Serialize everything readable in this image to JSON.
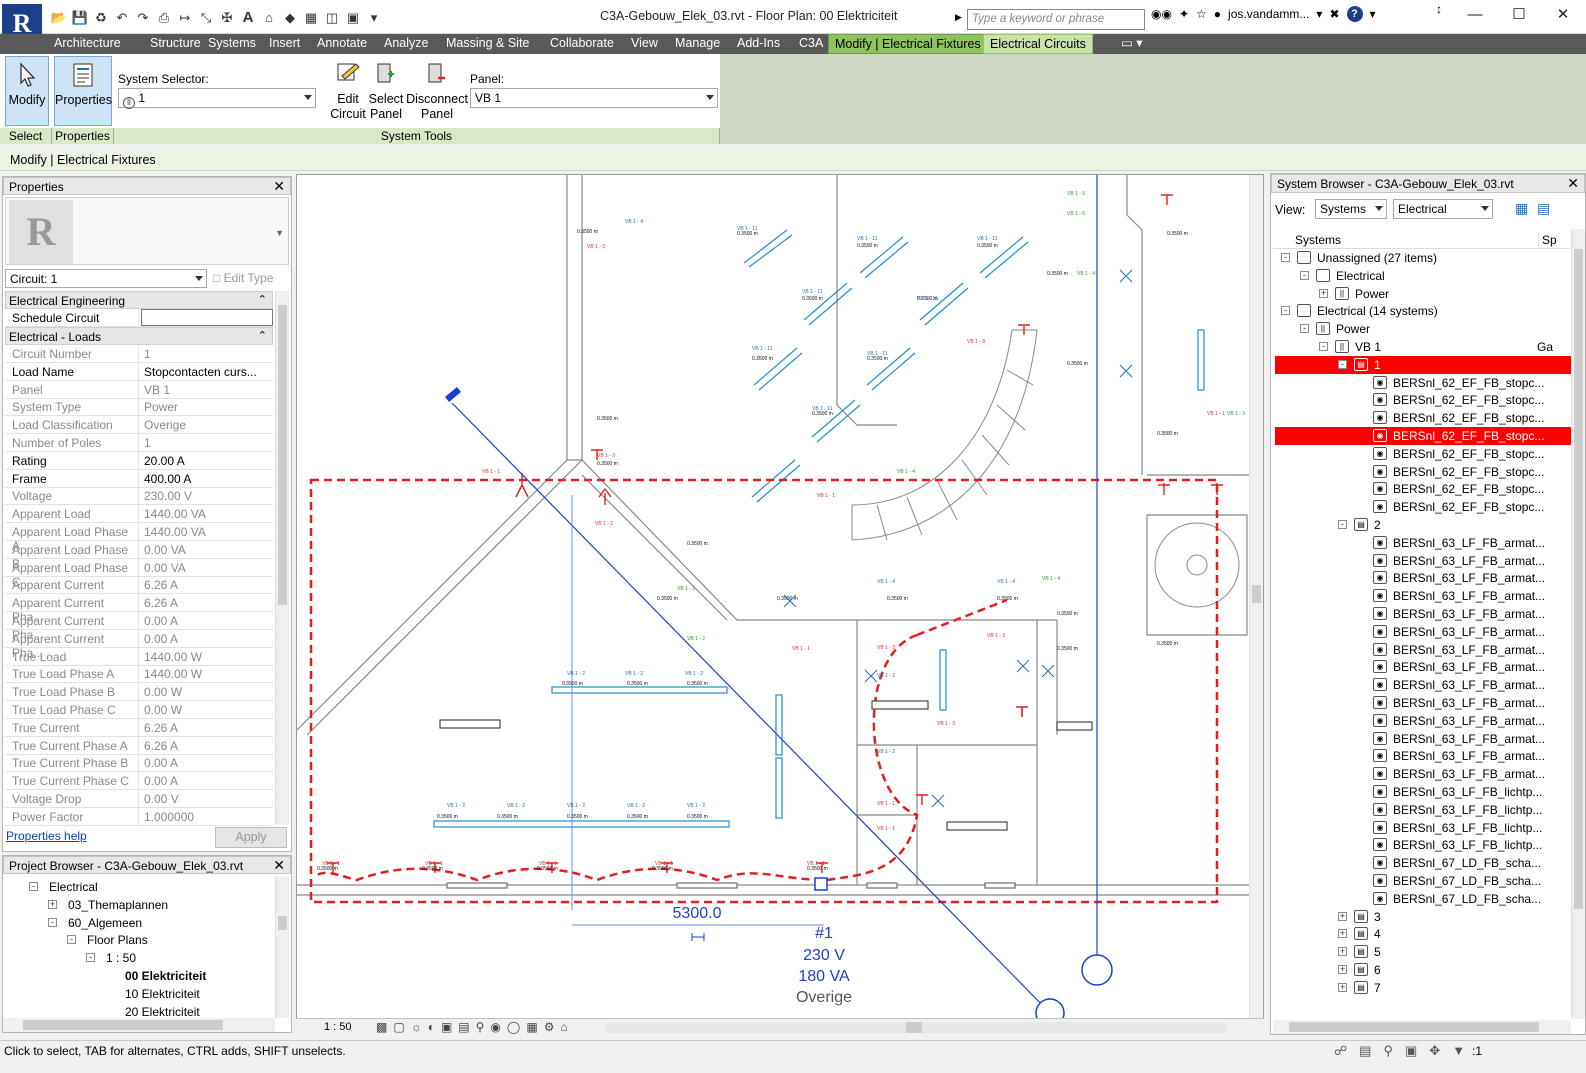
{
  "window": {
    "doc_title": "C3A-Gebouw_Elek_03.rvt - Floor Plan: 00 Elektriciteit",
    "search_placeholder": "Type a keyword or phrase",
    "user": "jos.vandamm...",
    "help": "?"
  },
  "tabs": [
    "Architecture",
    "Structure",
    "Systems",
    "Insert",
    "Annotate",
    "Analyze",
    "Massing & Site",
    "Collaborate",
    "View",
    "Manage",
    "Add-Ins",
    "C3A",
    "Modify | Electrical Fixtures",
    "Electrical Circuits"
  ],
  "ribbon": {
    "modify_label": "Modify",
    "properties_label": "Properties",
    "system_selector_label": "System Selector:",
    "system_selector_value": "1",
    "edit_circuit": [
      "Edit",
      "Circuit"
    ],
    "select_panel": [
      "Select",
      "Panel"
    ],
    "disconnect_panel": [
      "Disconnect",
      "Panel"
    ],
    "panel_label": "Panel:",
    "panel_value": "VB 1",
    "group_select": "Select",
    "group_properties": "Properties",
    "group_system_tools": "System Tools"
  },
  "context_bar": "Modify | Electrical Fixtures",
  "properties": {
    "title": "Properties",
    "type_selector": "Circuit: 1",
    "edit_type": "Edit Type",
    "sections": {
      "eng": "Electrical Engineering",
      "loads": "Electrical - Loads"
    },
    "schedule_notes_label": "Schedule Circuit Notes",
    "rows": [
      {
        "k": "Circuit Number",
        "v": "1",
        "g": true
      },
      {
        "k": "Load Name",
        "v": "Stopcontacten curs...",
        "g": false
      },
      {
        "k": "Panel",
        "v": "VB 1",
        "g": true
      },
      {
        "k": "System Type",
        "v": "Power",
        "g": true
      },
      {
        "k": "Load Classification",
        "v": "Overige",
        "g": true
      },
      {
        "k": "Number of Poles",
        "v": "1",
        "g": true
      },
      {
        "k": "Rating",
        "v": "20.00 A",
        "g": false
      },
      {
        "k": "Frame",
        "v": "400.00 A",
        "g": false
      },
      {
        "k": "Voltage",
        "v": "230.00 V",
        "g": true
      },
      {
        "k": "Apparent Load",
        "v": "1440.00 VA",
        "g": true
      },
      {
        "k": "Apparent Load Phase A",
        "v": "1440.00 VA",
        "g": true
      },
      {
        "k": "Apparent Load Phase B",
        "v": "0.00 VA",
        "g": true
      },
      {
        "k": "Apparent Load Phase C",
        "v": "0.00 VA",
        "g": true
      },
      {
        "k": "Apparent Current",
        "v": "6.26 A",
        "g": true
      },
      {
        "k": "Apparent Current Pha...",
        "v": "6.26 A",
        "g": true
      },
      {
        "k": "Apparent Current Pha...",
        "v": "0.00 A",
        "g": true
      },
      {
        "k": "Apparent Current Pha...",
        "v": "0.00 A",
        "g": true
      },
      {
        "k": "True Load",
        "v": "1440.00 W",
        "g": true
      },
      {
        "k": "True Load Phase A",
        "v": "1440.00 W",
        "g": true
      },
      {
        "k": "True Load Phase B",
        "v": "0.00 W",
        "g": true
      },
      {
        "k": "True Load Phase C",
        "v": "0.00 W",
        "g": true
      },
      {
        "k": "True Current",
        "v": "6.26 A",
        "g": true
      },
      {
        "k": "True Current Phase A",
        "v": "6.26 A",
        "g": true
      },
      {
        "k": "True Current Phase B",
        "v": "0.00 A",
        "g": true
      },
      {
        "k": "True Current Phase C",
        "v": "0.00 A",
        "g": true
      },
      {
        "k": "Voltage Drop",
        "v": "0.00 V",
        "g": true
      },
      {
        "k": "Power Factor",
        "v": "1.000000",
        "g": true
      }
    ],
    "help_link": "Properties help",
    "apply": "Apply"
  },
  "project_browser": {
    "title": "Project Browser - C3A-Gebouw_Elek_03.rvt",
    "nodes": [
      {
        "t": "Electrical",
        "lvl": 0,
        "e": "-",
        "b": false
      },
      {
        "t": "03_Themaplannen",
        "lvl": 1,
        "e": "+",
        "b": false
      },
      {
        "t": "60_Algemeen",
        "lvl": 1,
        "e": "-",
        "b": false
      },
      {
        "t": "Floor Plans",
        "lvl": 2,
        "e": "-",
        "b": false
      },
      {
        "t": "1 : 50",
        "lvl": 3,
        "e": "-",
        "b": false
      },
      {
        "t": "00 Elektriciteit",
        "lvl": 4,
        "e": "",
        "b": true
      },
      {
        "t": "10 Elektriciteit",
        "lvl": 4,
        "e": "",
        "b": false
      },
      {
        "t": "20 Elektriciteit",
        "lvl": 4,
        "e": "",
        "b": false
      }
    ]
  },
  "canvas": {
    "dimension": "5300.0",
    "circuit_tag": [
      "#1",
      "230 V",
      "180 VA",
      "Overige"
    ]
  },
  "view_control": {
    "scale": "1 : 50"
  },
  "system_browser": {
    "title": "System Browser - C3A-Gebouw_Elek_03.rvt",
    "view_label": "View:",
    "view_value": "Systems",
    "discipline_value": "Electrical",
    "col_systems": "Systems",
    "col_sp": "Sp",
    "rows": [
      {
        "t": "Unassigned (27 items)",
        "lvl": 0,
        "e": "-",
        "red": false,
        "x": ""
      },
      {
        "t": "Electrical",
        "lvl": 1,
        "e": "-",
        "red": false,
        "x": ""
      },
      {
        "t": "Power",
        "lvl": 2,
        "e": "+",
        "red": false,
        "x": ""
      },
      {
        "t": "Electrical (14 systems)",
        "lvl": 0,
        "e": "-",
        "red": false,
        "x": ""
      },
      {
        "t": "Power",
        "lvl": 1,
        "e": "-",
        "red": false,
        "x": ""
      },
      {
        "t": "VB 1",
        "lvl": 2,
        "e": "-",
        "red": false,
        "x": "Ga"
      },
      {
        "t": "1",
        "lvl": 3,
        "e": "-",
        "red": true,
        "x": ""
      },
      {
        "t": "BERSnl_62_EF_FB_stopc...",
        "lvl": 4,
        "e": "",
        "red": false,
        "x": ""
      },
      {
        "t": "BERSnl_62_EF_FB_stopc...",
        "lvl": 4,
        "e": "",
        "red": false,
        "x": ""
      },
      {
        "t": "BERSnl_62_EF_FB_stopc...",
        "lvl": 4,
        "e": "",
        "red": false,
        "x": ""
      },
      {
        "t": "BERSnl_62_EF_FB_stopc...",
        "lvl": 4,
        "e": "",
        "red": true,
        "x": ""
      },
      {
        "t": "BERSnl_62_EF_FB_stopc...",
        "lvl": 4,
        "e": "",
        "red": false,
        "x": ""
      },
      {
        "t": "BERSnl_62_EF_FB_stopc...",
        "lvl": 4,
        "e": "",
        "red": false,
        "x": ""
      },
      {
        "t": "BERSnl_62_EF_FB_stopc...",
        "lvl": 4,
        "e": "",
        "red": false,
        "x": ""
      },
      {
        "t": "BERSnl_62_EF_FB_stopc...",
        "lvl": 4,
        "e": "",
        "red": false,
        "x": ""
      },
      {
        "t": "2",
        "lvl": 3,
        "e": "-",
        "red": false,
        "x": ""
      },
      {
        "t": "BERSnl_63_LF_FB_armat...",
        "lvl": 4,
        "e": "",
        "red": false,
        "x": ""
      },
      {
        "t": "BERSnl_63_LF_FB_armat...",
        "lvl": 4,
        "e": "",
        "red": false,
        "x": ""
      },
      {
        "t": "BERSnl_63_LF_FB_armat...",
        "lvl": 4,
        "e": "",
        "red": false,
        "x": ""
      },
      {
        "t": "BERSnl_63_LF_FB_armat...",
        "lvl": 4,
        "e": "",
        "red": false,
        "x": ""
      },
      {
        "t": "BERSnl_63_LF_FB_armat...",
        "lvl": 4,
        "e": "",
        "red": false,
        "x": ""
      },
      {
        "t": "BERSnl_63_LF_FB_armat...",
        "lvl": 4,
        "e": "",
        "red": false,
        "x": ""
      },
      {
        "t": "BERSnl_63_LF_FB_armat...",
        "lvl": 4,
        "e": "",
        "red": false,
        "x": ""
      },
      {
        "t": "BERSnl_63_LF_FB_armat...",
        "lvl": 4,
        "e": "",
        "red": false,
        "x": ""
      },
      {
        "t": "BERSnl_63_LF_FB_armat...",
        "lvl": 4,
        "e": "",
        "red": false,
        "x": ""
      },
      {
        "t": "BERSnl_63_LF_FB_armat...",
        "lvl": 4,
        "e": "",
        "red": false,
        "x": ""
      },
      {
        "t": "BERSnl_63_LF_FB_armat...",
        "lvl": 4,
        "e": "",
        "red": false,
        "x": ""
      },
      {
        "t": "BERSnl_63_LF_FB_armat...",
        "lvl": 4,
        "e": "",
        "red": false,
        "x": ""
      },
      {
        "t": "BERSnl_63_LF_FB_armat...",
        "lvl": 4,
        "e": "",
        "red": false,
        "x": ""
      },
      {
        "t": "BERSnl_63_LF_FB_armat...",
        "lvl": 4,
        "e": "",
        "red": false,
        "x": ""
      },
      {
        "t": "BERSnl_63_LF_FB_lichtp...",
        "lvl": 4,
        "e": "",
        "red": false,
        "x": ""
      },
      {
        "t": "BERSnl_63_LF_FB_lichtp...",
        "lvl": 4,
        "e": "",
        "red": false,
        "x": ""
      },
      {
        "t": "BERSnl_63_LF_FB_lichtp...",
        "lvl": 4,
        "e": "",
        "red": false,
        "x": ""
      },
      {
        "t": "BERSnl_63_LF_FB_lichtp...",
        "lvl": 4,
        "e": "",
        "red": false,
        "x": ""
      },
      {
        "t": "BERSnl_67_LD_FB_scha...",
        "lvl": 4,
        "e": "",
        "red": false,
        "x": ""
      },
      {
        "t": "BERSnl_67_LD_FB_scha...",
        "lvl": 4,
        "e": "",
        "red": false,
        "x": ""
      },
      {
        "t": "BERSnl_67_LD_FB_scha...",
        "lvl": 4,
        "e": "",
        "red": false,
        "x": ""
      },
      {
        "t": "3",
        "lvl": 3,
        "e": "+",
        "red": false,
        "x": ""
      },
      {
        "t": "4",
        "lvl": 3,
        "e": "+",
        "red": false,
        "x": ""
      },
      {
        "t": "5",
        "lvl": 3,
        "e": "+",
        "red": false,
        "x": ""
      },
      {
        "t": "6",
        "lvl": 3,
        "e": "+",
        "red": false,
        "x": ""
      },
      {
        "t": "7",
        "lvl": 3,
        "e": "+",
        "red": false,
        "x": ""
      }
    ]
  },
  "status": {
    "text": "Click to select, TAB for alternates, CTRL adds, SHIFT unselects.",
    "filter_count": ":1"
  }
}
